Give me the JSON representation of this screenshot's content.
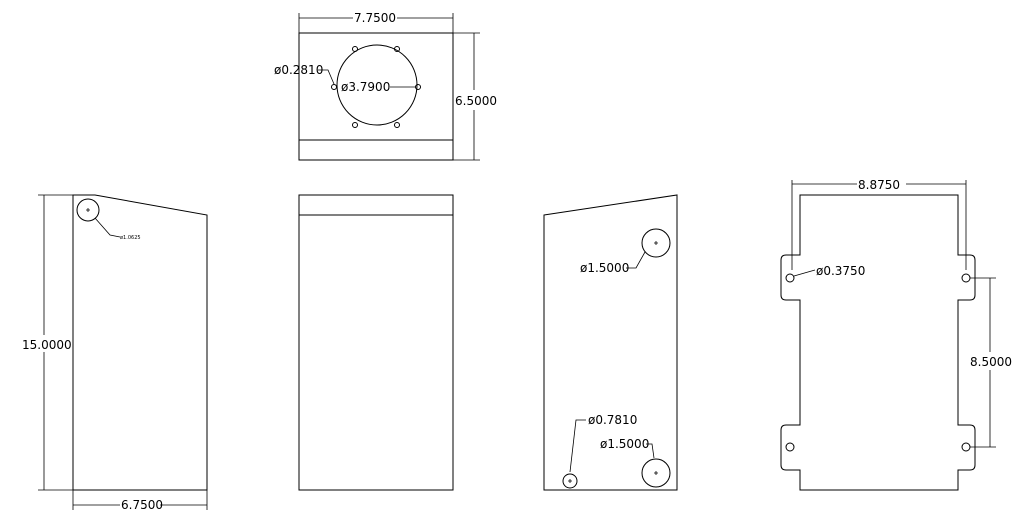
{
  "top_view": {
    "width_dim": "7.7500",
    "height_dim": "6.5000",
    "small_hole_dia": "ø0.2810",
    "large_hole_dia": "ø3.7900"
  },
  "left_side_view": {
    "height_dim": "15.0000",
    "width_dim": "6.7500",
    "hole_dia": "ø1.0625"
  },
  "right_side_view": {
    "upper_hole_dia": "ø1.5000",
    "small_hole_dia": "ø0.7810",
    "lower_hole_dia": "ø1.5000"
  },
  "flat_pattern_view": {
    "width_dim": "8.8750",
    "hole_spacing_dim": "8.5000",
    "hole_dia": "ø0.3750"
  }
}
